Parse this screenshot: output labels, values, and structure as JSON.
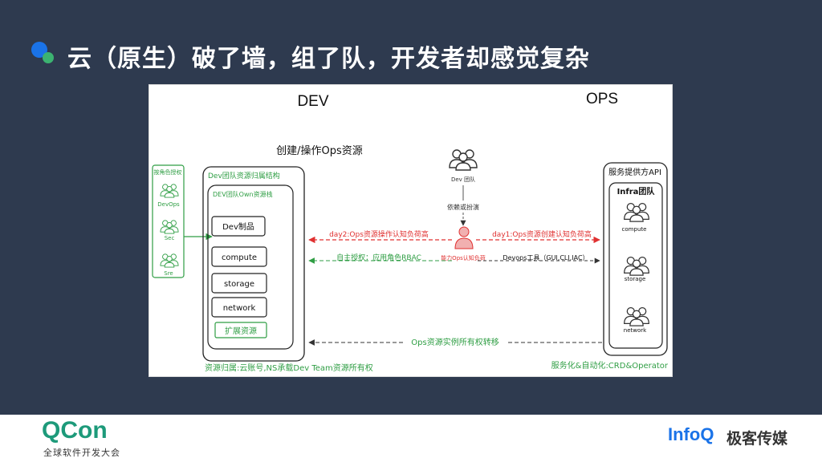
{
  "slide": {
    "title": "云（原生）破了墙，组了队，开发者却感觉复杂",
    "colors": {
      "background": "#2e3a4f",
      "accent_blue": "#1a73e8",
      "accent_green": "#3cb371"
    }
  },
  "diagram": {
    "dev_header": "DEV",
    "ops_header": "OPS",
    "create_ops_label": "创建/操作Ops资源",
    "roles_label": "按角色授权",
    "roles": [
      "DevOps",
      "Sec",
      "Sre"
    ],
    "dev_team_structure": "Dev团队资源归属结构",
    "dev_own_stack": "DEV团队Own资源栈",
    "stack_items": [
      "Dev制品",
      "compute",
      "storage",
      "network"
    ],
    "extend_resources": "扩展资源",
    "dev_team_label": "Dev 团队",
    "depends_label": "依赖或扮演",
    "day2_label": "day2:Ops资源操作认知负荷高",
    "day1_label": "day1:Ops资源创建认知负荷高",
    "self_auth_label": "自主授权：应用角色RBAC",
    "recognizer_label": "能力Ops认知负荷",
    "devops_tools_label": "Devops工具（GUI,CLI,IAC）",
    "service_api_label": "服务提供方API",
    "infra_team_label": "Infra团队",
    "infra_items": [
      "compute",
      "storage",
      "network"
    ],
    "ownership_transfer_label": "Ops资源实例所有权转移",
    "resource_ownership_label": "资源归属:云账号,NS承载Dev Team资源所有权",
    "service_automation_label": "服务化&自动化:CRD&Operator"
  },
  "footer": {
    "qcon_logo": "QCon",
    "qcon_sub": "全球软件开发大会",
    "infoq_logo": "InfoQ",
    "media_name": "极客传媒"
  }
}
